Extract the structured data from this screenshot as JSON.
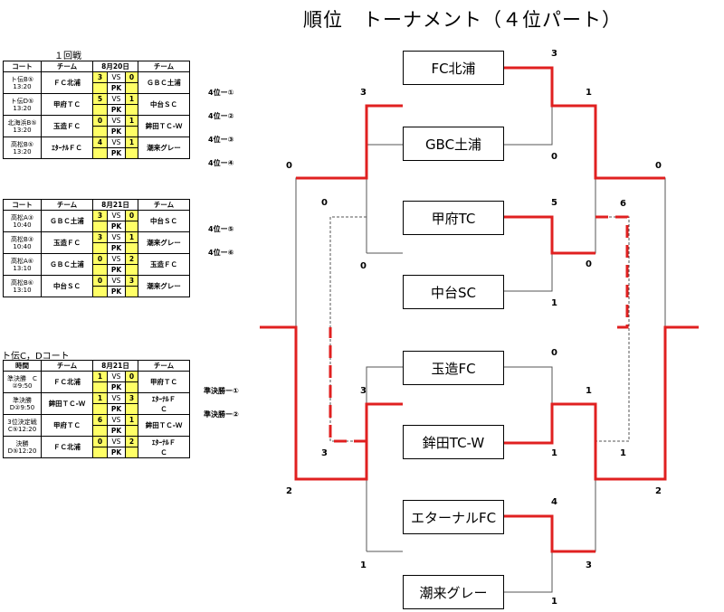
{
  "title": "順位　トーナメント（４位パート）",
  "section1": {
    "title": "１回戦",
    "headers": [
      "コート",
      "チーム",
      "8月20日",
      "チーム"
    ],
    "matches": [
      {
        "court": [
          "ト伝B⑤",
          "13:20"
        ],
        "home": "ＦＣ北浦",
        "hs": "3",
        "vs": "VS",
        "as": "0",
        "pk": "PK",
        "away": "ＧＢＣ土浦",
        "label": "4位ー①"
      },
      {
        "court": [
          "ト伝D⑤",
          "13:20"
        ],
        "home": "甲府ＴＣ",
        "hs": "5",
        "vs": "VS",
        "as": "1",
        "pk": "PK",
        "away": "中台ＳＣ",
        "label": "4位ー②"
      },
      {
        "court": [
          "北海浜B⑤",
          "13:20"
        ],
        "home": "玉造ＦＣ",
        "hs": "0",
        "vs": "VS",
        "as": "1",
        "pk": "PK",
        "away": "鉾田ＴＣ-Ｗ",
        "label": "4位ー③"
      },
      {
        "court": [
          "高松B⑤",
          "13:20"
        ],
        "home": "ｴﾀｰﾅﾙＦＣ",
        "hs": "4",
        "vs": "VS",
        "as": "1",
        "pk": "PK",
        "away": "潮来グレー",
        "label": "4位ー④"
      }
    ]
  },
  "section2": {
    "headers": [
      "コート",
      "チーム",
      "8月21日",
      "チーム"
    ],
    "matches": [
      {
        "court": [
          "高松A③",
          "10:40"
        ],
        "home": "ＧＢＣ土浦",
        "hs": "3",
        "vs": "VS",
        "as": "0",
        "pk": "PK",
        "away": "中台ＳＣ",
        "label": "4位ー⑤"
      },
      {
        "court": [
          "高松B③",
          "10:40"
        ],
        "home": "玉造ＦＣ",
        "hs": "3",
        "vs": "VS",
        "as": "1",
        "pk": "PK",
        "away": "潮来グレー",
        "label": "4位ー⑥"
      },
      {
        "court": [
          "高松A⑥",
          "13:10"
        ],
        "home": "ＧＢＣ土浦",
        "hs": "0",
        "vs": "VS",
        "as": "2",
        "pk": "PK",
        "away": "玉造ＦＣ",
        "label": ""
      },
      {
        "court": [
          "高松B⑥",
          "13:10"
        ],
        "home": "中台ＳＣ",
        "hs": "0",
        "vs": "VS",
        "as": "3",
        "pk": "PK",
        "away": "潮来グレー",
        "label": ""
      }
    ]
  },
  "section3": {
    "title": "ト伝C，Dコート",
    "headers": [
      "時間",
      "チーム",
      "8月21日",
      "チーム"
    ],
    "matches": [
      {
        "court": [
          "準決勝　C",
          "②9:50"
        ],
        "home": "ＦＣ北浦",
        "hs": "1",
        "vs": "VS",
        "as": "0",
        "pk": "PK",
        "away": "甲府ＴＣ",
        "away2": "",
        "label": "準決勝ー①"
      },
      {
        "court": [
          "準決勝",
          "D②9:50"
        ],
        "home": "鉾田ＴＣ-Ｗ",
        "hs": "1",
        "vs": "VS",
        "as": "3",
        "pk": "PK",
        "away": "ｴﾀｰﾅﾙＦ",
        "away2": "Ｃ",
        "label": "準決勝ー②"
      },
      {
        "court": [
          "3位決定戦",
          "C⑤12:20"
        ],
        "home": "甲府ＴＣ",
        "hs": "6",
        "vs": "VS",
        "as": "1",
        "pk": "PK",
        "away": "鉾田ＴＣ-Ｗ",
        "away2": "",
        "label": ""
      },
      {
        "court": [
          "決勝",
          "D⑤12:20"
        ],
        "home": "ＦＣ北浦",
        "hs": "0",
        "vs": "VS",
        "as": "2",
        "pk": "PK",
        "away": "ｴﾀｰﾅﾙＦ",
        "away2": "Ｃ",
        "label": ""
      }
    ]
  },
  "bracket": {
    "teams": [
      "FC北浦",
      "GBC土浦",
      "甲府TC",
      "中台SC",
      "玉造FC",
      "鉾田TC-W",
      "エターナルFC",
      "潮来グレー"
    ],
    "r1_scores": [
      "3",
      "0",
      "5",
      "1",
      "0",
      "1",
      "4",
      "1"
    ],
    "r1_scores_extra": [
      "0"
    ],
    "r2_scores": [
      "1",
      "0",
      "1",
      "1",
      "6",
      "1",
      "3"
    ],
    "sf_scores": [
      "3",
      "0",
      "3",
      "3",
      "0"
    ],
    "final_scores": [
      "0",
      "2"
    ],
    "qf_scores": [
      "0"
    ]
  },
  "colors": {
    "win_line": "#e02020",
    "line": "#555555",
    "pk_fill": "#ffff66"
  }
}
